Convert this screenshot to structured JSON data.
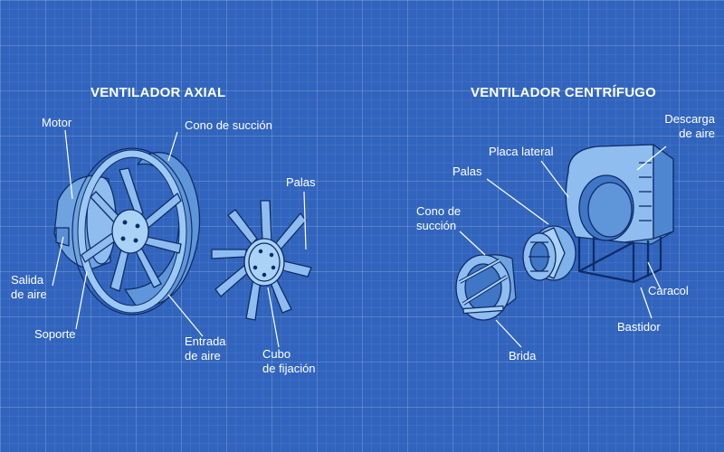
{
  "axial": {
    "title": "VENTILADOR AXIAL",
    "labels": {
      "motor": "Motor",
      "cono_succion": "Cono de succión",
      "palas": "Palas",
      "salida_aire_1": "Salida",
      "salida_aire_2": "de aire",
      "soporte": "Soporte",
      "entrada_aire_1": "Entrada",
      "entrada_aire_2": "de aire",
      "cubo_fijacion_1": "Cubo",
      "cubo_fijacion_2": "de fijación"
    }
  },
  "centrifugo": {
    "title": "VENTILADOR CENTRÍFUGO",
    "labels": {
      "descarga_aire_1": "Descarga",
      "descarga_aire_2": "de aire",
      "placa_lateral": "Placa lateral",
      "palas": "Palas",
      "cono_succion_1": "Cono de",
      "cono_succion_2": "succión",
      "caracol": "Caracol",
      "bastidor": "Bastidor",
      "brida": "Brida"
    }
  },
  "colors": {
    "background": "#3164bd",
    "part_fill": "#7fb2e8",
    "part_light": "#a9d2f6",
    "part_dark": "#3f76c6",
    "outline": "#0f2c66",
    "text": "#ffffff"
  }
}
